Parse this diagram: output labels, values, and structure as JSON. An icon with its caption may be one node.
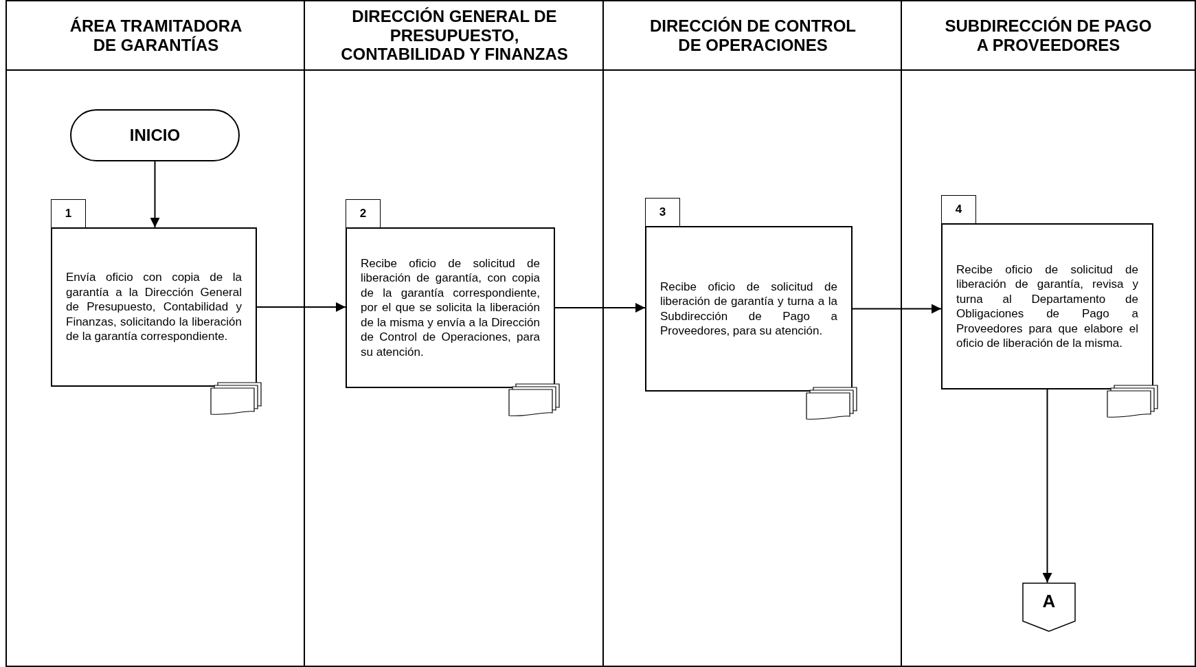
{
  "diagram": {
    "nodes": [
      {
        "text": [
          "ÁREA TRAMITADORA DE GARANTÍAS"
        ]
      },
      {
        "text": [
          "DIRECCIÓN GENERAL DE PRESUPUESTO, CONTABILIDAD Y FINANZAS"
        ]
      },
      {
        "text": [
          "DIRECCIÓN DE CONTROL DE OPERACIONES"
        ]
      },
      {
        "text": [
          "SUBDIRECCIÓN DE PAGO A PROVEEDORES"
        ]
      },
      {
        "text": [
          "INICIO"
        ],
        "in": 0
      },
      {
        "text": [
          "1",
          "Envía oficio con copia de la garantía a la Dirección General de Presupuesto, Contabilidad y Finanzas, solicitando la liberación de la garantía correspondiente."
        ],
        "in": 0
      },
      {
        "text": [
          "2",
          "Recibe oficio de solicitud de liberación de garantía, con copia de la garantía correspondiente, por el que se solicita la liberación de la misma y envía a la Dirección de Control de Operaciones, para su atención."
        ],
        "in": 1
      },
      {
        "text": [
          "3",
          "Recibe oficio de solicitud de liberación de garantía y turna a la Subdirección de Pago a Proveedores, para su atención."
        ],
        "in": 2
      },
      {
        "text": [
          "4",
          "Recibe oficio de solicitud de liberación de garantía, revisa y turna al Departamento de Obligaciones de Pago a Proveedores para que elabore el oficio de liberación de la misma."
        ],
        "in": 3
      },
      {
        "text": [
          "A"
        ],
        "in": 3
      }
    ],
    "edges": [
      {
        "from": 4,
        "to": 5,
        "arrow": "to"
      },
      {
        "from": 5,
        "to": 6,
        "arrow": "to"
      },
      {
        "from": 6,
        "to": 7,
        "arrow": "to"
      },
      {
        "from": 7,
        "to": 8,
        "arrow": "to"
      },
      {
        "from": 8,
        "to": 9,
        "arrow": "to"
      }
    ]
  }
}
